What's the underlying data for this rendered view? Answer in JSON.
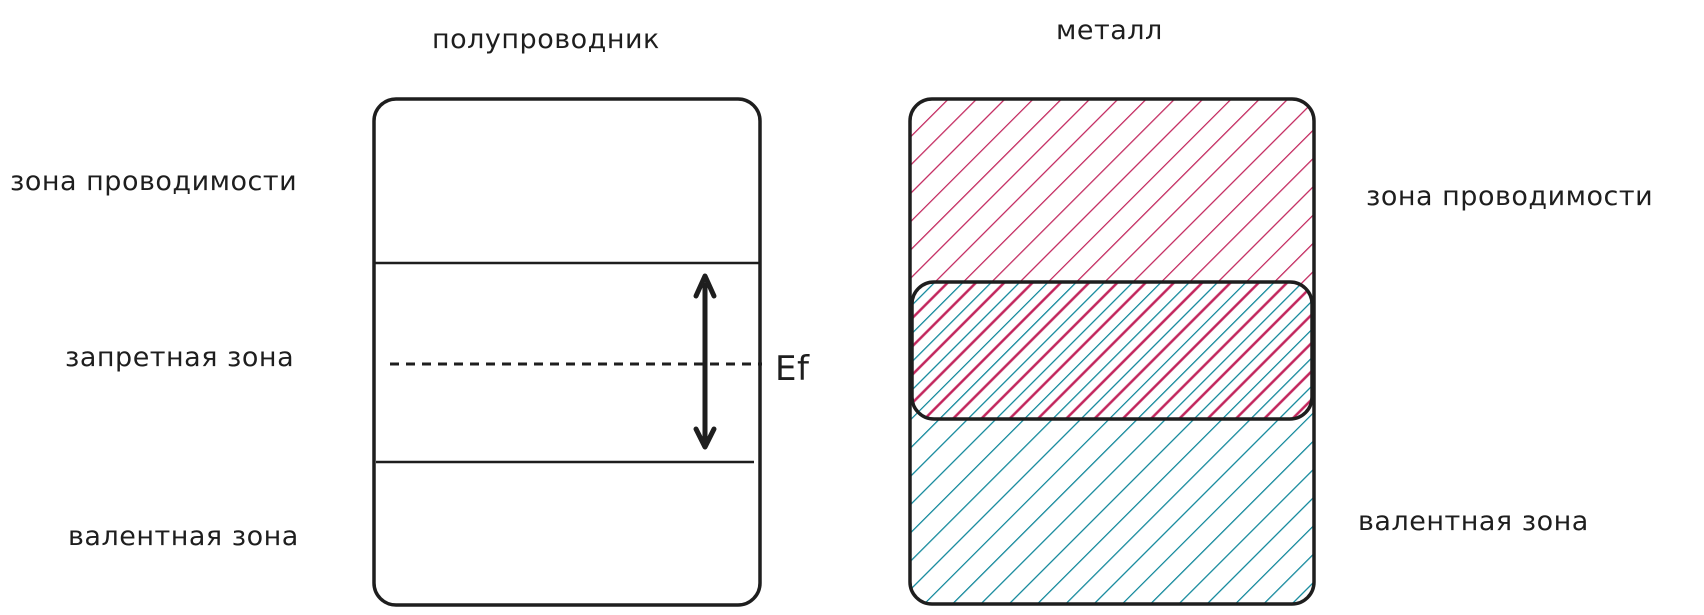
{
  "semiconductor": {
    "title": "полупроводник",
    "conduction_band_label": "зона проводимости",
    "band_gap_label": "запретная зона",
    "valence_band_label": "валентная зона",
    "fermi_level_label": "Ef"
  },
  "metal": {
    "title": "металл",
    "conduction_band_label": "зона проводимости",
    "valence_band_label": "валентная зона"
  },
  "colors": {
    "stroke": "#1e1e1e",
    "conduction_hatch": "#c2255c",
    "valence_hatch": "#0c8599",
    "background": "#ffffff"
  }
}
